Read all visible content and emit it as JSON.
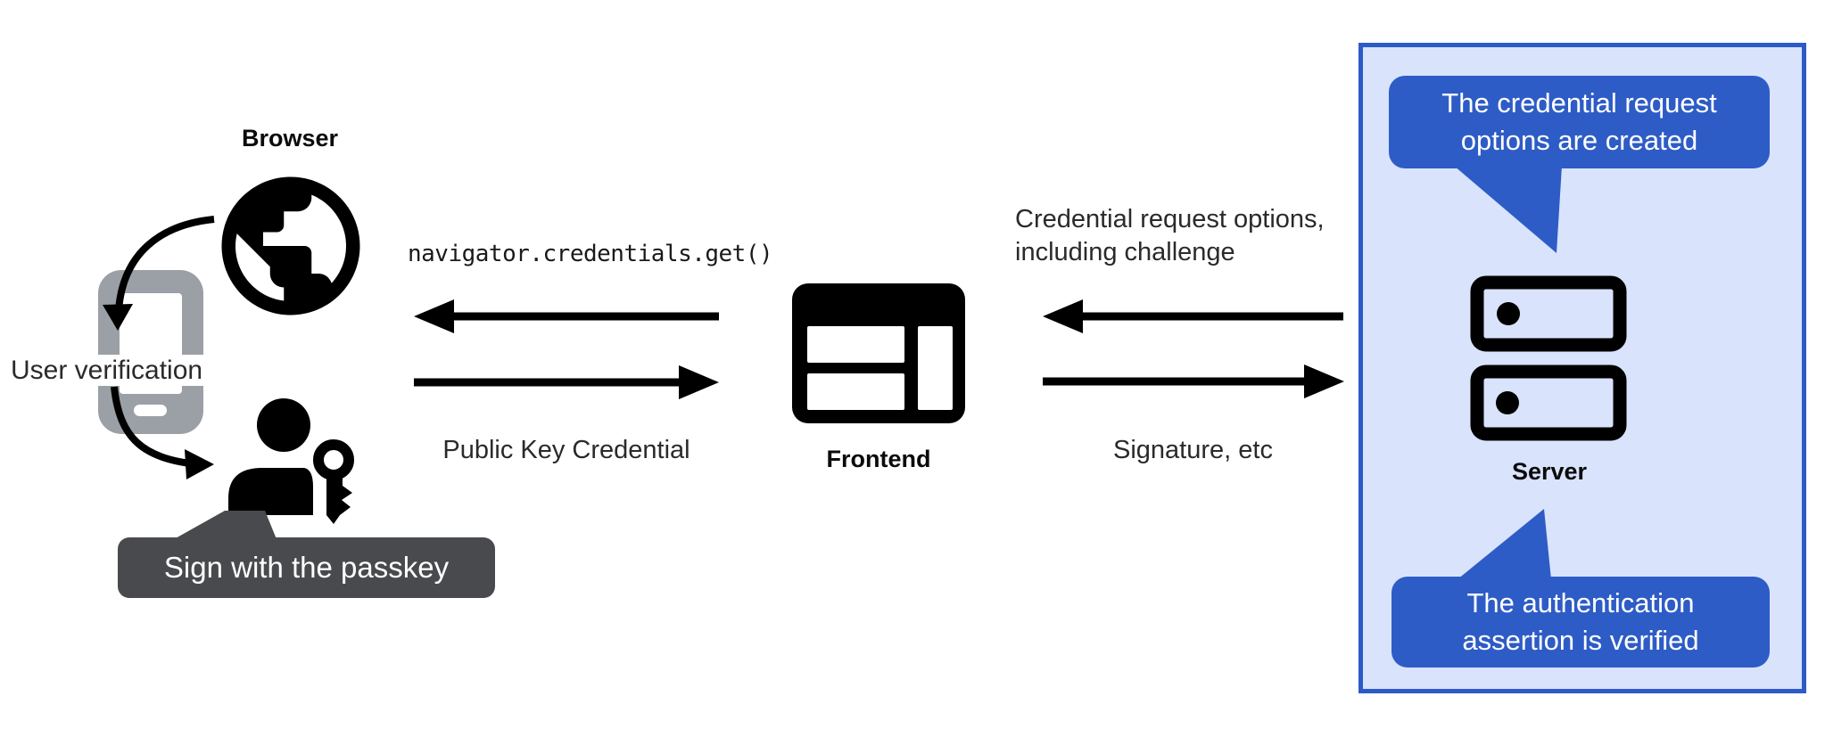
{
  "left": {
    "browser_label": "Browser",
    "user_verification_label": "User verification",
    "passkey_badge_label": "Sign with the passkey"
  },
  "center": {
    "call_label": "navigator.credentials.get()",
    "return_label": "Public Key Credential",
    "frontend_label": "Frontend"
  },
  "right": {
    "request_label": "Credential request options,\nincluding challenge",
    "response_label": "Signature, etc",
    "server_label": "Server",
    "bubble_top_label": "The credential request\noptions are created",
    "bubble_bottom_label": "The authentication\nassertion is verified"
  },
  "icons": {
    "globe": "globe-icon",
    "phone": "smartphone-icon",
    "person_key": "person-with-key-icon",
    "frontend": "browser-window-icon",
    "server": "server-stack-icon"
  },
  "colors": {
    "bubble_blue": "#2e5cc6",
    "panel_fill": "#d9e3fc",
    "panel_border": "#2d5ac9",
    "badge_gray": "#494a4d",
    "phone_gray": "#9aa0a6",
    "ink": "#000000",
    "text_dark": "#202124"
  }
}
